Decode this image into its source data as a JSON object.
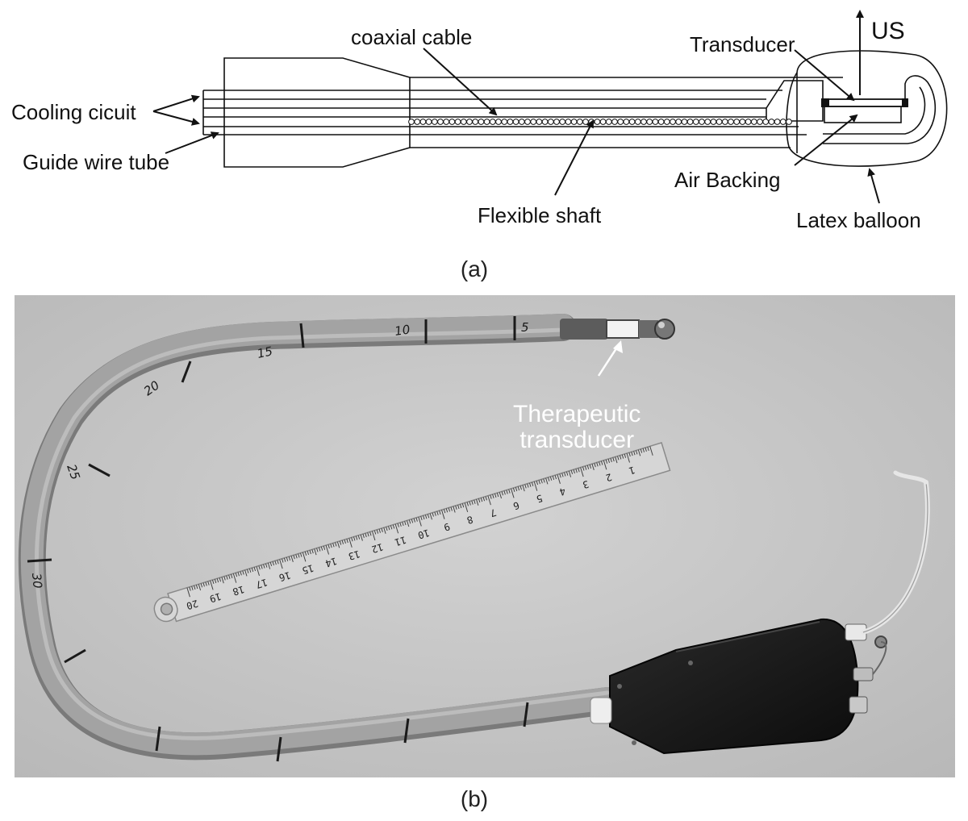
{
  "figure_a": {
    "caption": "(a)",
    "labels": {
      "coaxial_cable": "coaxial cable",
      "transducer": "Transducer",
      "us": "US",
      "cooling_circuit": "Cooling cicuit",
      "guide_wire_tube": "Guide wire tube",
      "air_backing": "Air Backing",
      "flexible_shaft": "Flexible shaft",
      "latex_balloon": "Latex balloon"
    }
  },
  "figure_b": {
    "caption": "(b)",
    "annotation_line1": "Therapeutic",
    "annotation_line2": "transducer",
    "ruler_marks": [
      "1",
      "2",
      "3",
      "4",
      "5",
      "6",
      "7",
      "8",
      "9",
      "10",
      "11",
      "12",
      "13",
      "14",
      "15",
      "16",
      "17",
      "18",
      "19",
      "20"
    ],
    "shaft_marks": [
      "5",
      "10",
      "15",
      "20",
      "25",
      "30"
    ]
  },
  "colors": {
    "photo_background": "#c9c9c9",
    "shaft": "#9a9a9a",
    "ruler": "#d4d4d4",
    "handle": "#141414"
  }
}
